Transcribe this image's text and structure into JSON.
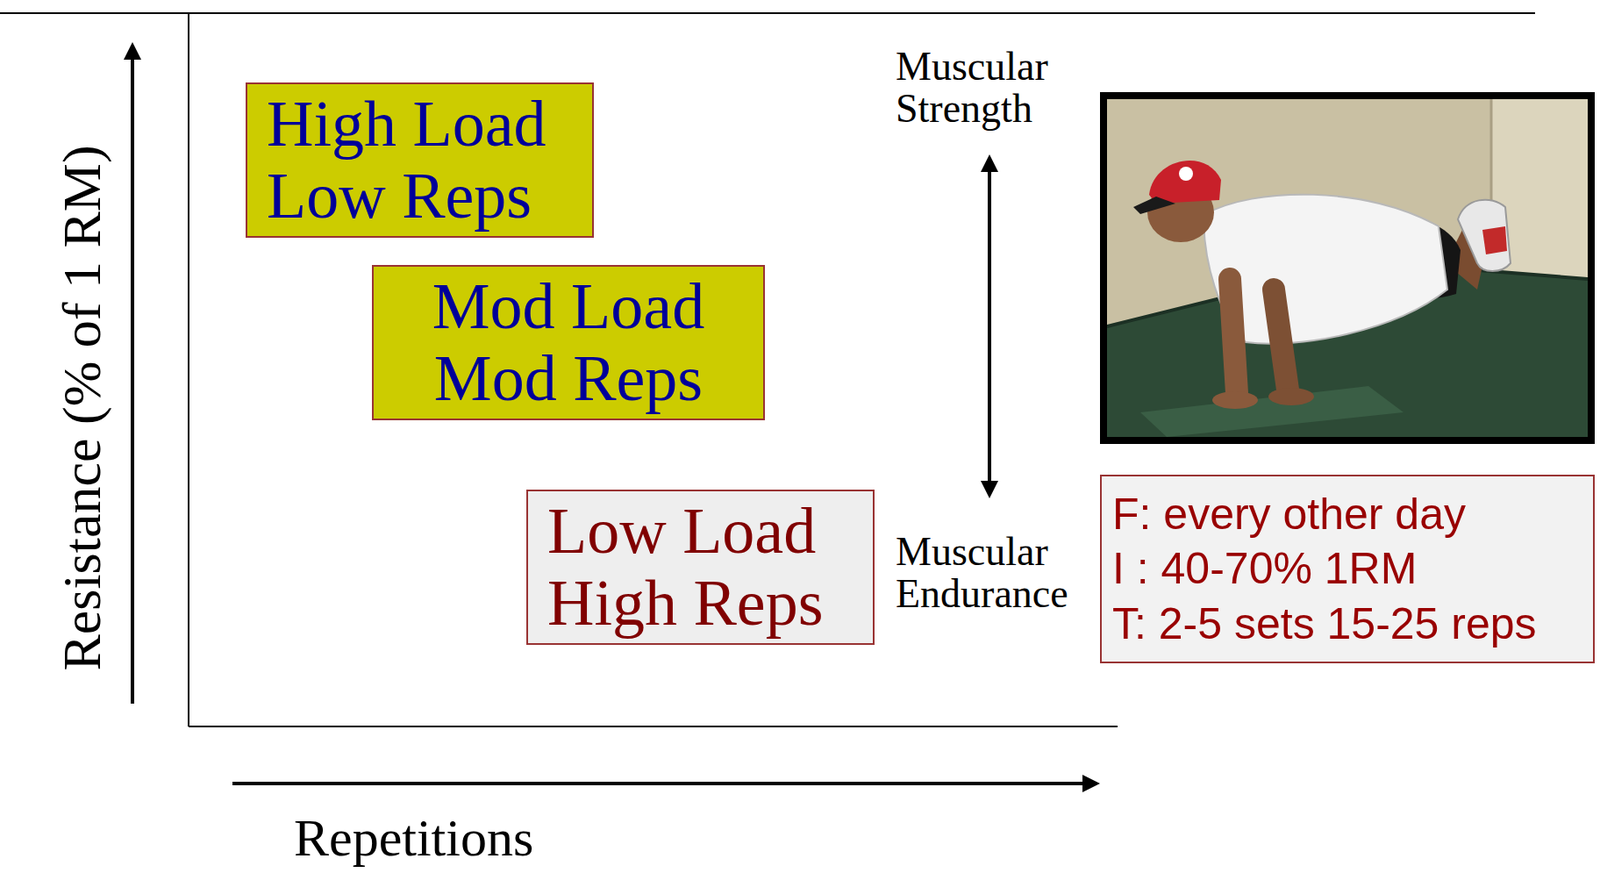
{
  "diagram": {
    "nodes": [
      {
        "text": [
          "High Load Low Reps"
        ]
      },
      {
        "text": [
          "Mod Load Mod Reps"
        ]
      },
      {
        "text": [
          "Low Load High Reps"
        ]
      },
      {
        "text": [
          "F: every other day",
          "I : 40-70% 1RM",
          "T: 2-5 sets 15-25 reps"
        ]
      }
    ],
    "labels": [
      "Resistance (% of 1 RM)",
      "Muscular Strength",
      "Muscular Endurance",
      "Repetitions"
    ]
  }
}
